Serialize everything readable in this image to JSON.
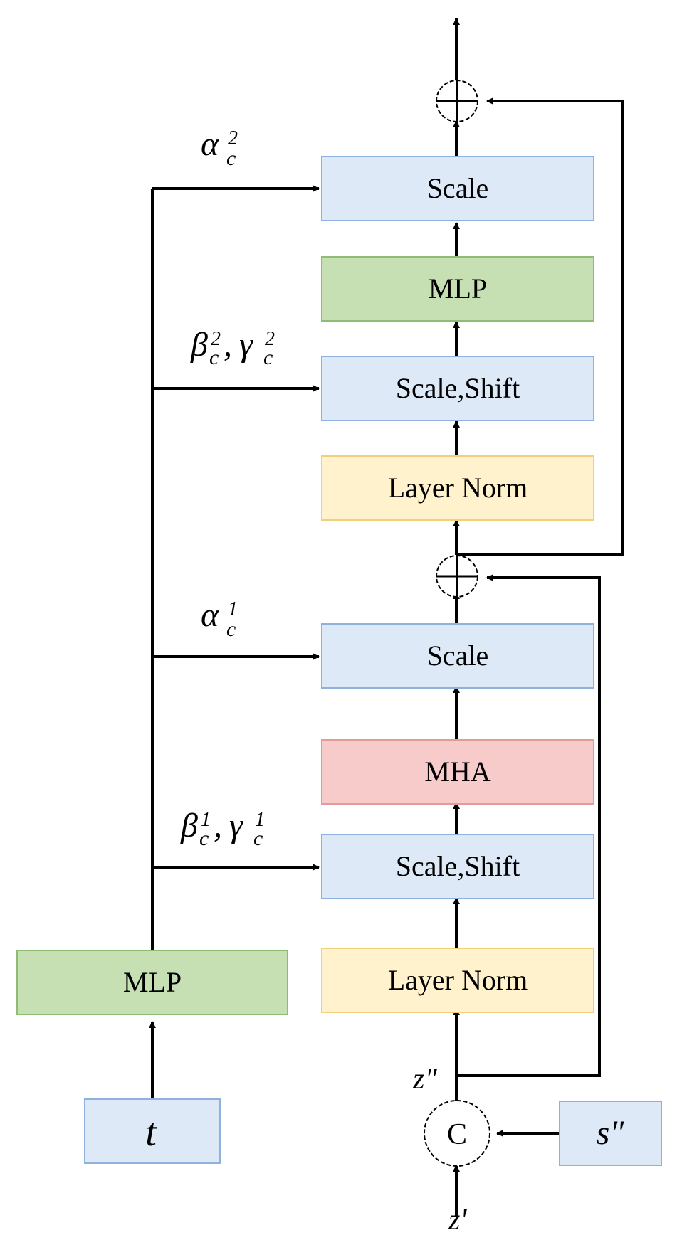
{
  "blocks": {
    "scale_top": "Scale",
    "mlp_top": "MLP",
    "scale_shift_top": "Scale,Shift",
    "layer_norm_top": "Layer Norm",
    "scale_bottom": "Scale",
    "mha": "MHA",
    "scale_shift_bottom": "Scale,Shift",
    "layer_norm_bottom": "Layer Norm",
    "mlp_left": "MLP",
    "t_input": "t",
    "s_input": "s\"",
    "concat": "C"
  },
  "labels": {
    "alpha2": {
      "base": "α",
      "sub": "c",
      "sup": "2"
    },
    "beta_gamma2": {
      "b": "β",
      "g": "γ",
      "sub": "c",
      "sup": "2",
      "sep": ","
    },
    "alpha1": {
      "base": "α",
      "sub": "c",
      "sup": "1"
    },
    "beta_gamma1": {
      "b": "β",
      "g": "γ",
      "sub": "c",
      "sup": "1",
      "sep": ","
    },
    "z_double": "z\"",
    "z_prime": "z'"
  },
  "colors": {
    "blue_fill": "#dde9f6",
    "blue_stroke": "#8fb2dd",
    "green_fill": "#c6e0b4",
    "green_stroke": "#8fbc74",
    "yellow_fill": "#fff2cc",
    "yellow_stroke": "#f2cf7a",
    "red_fill": "#f8cbcb",
    "red_stroke": "#e39a9a",
    "line": "#000000"
  }
}
